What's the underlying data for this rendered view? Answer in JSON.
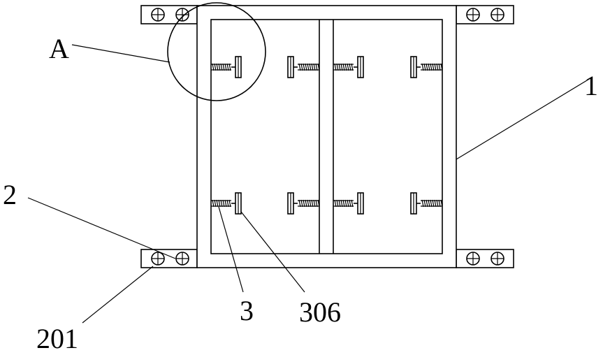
{
  "labels": {
    "A": "A",
    "frame": "1",
    "bracket": "2",
    "spring": "3",
    "pad": "306",
    "bolt": "201"
  },
  "colors": {
    "stroke": "#000000",
    "background": "#ffffff"
  },
  "icons": {
    "bolt": "bolt-head-icon",
    "spring": "spring-coil-icon",
    "clamp": "clamp-pad-icon"
  }
}
